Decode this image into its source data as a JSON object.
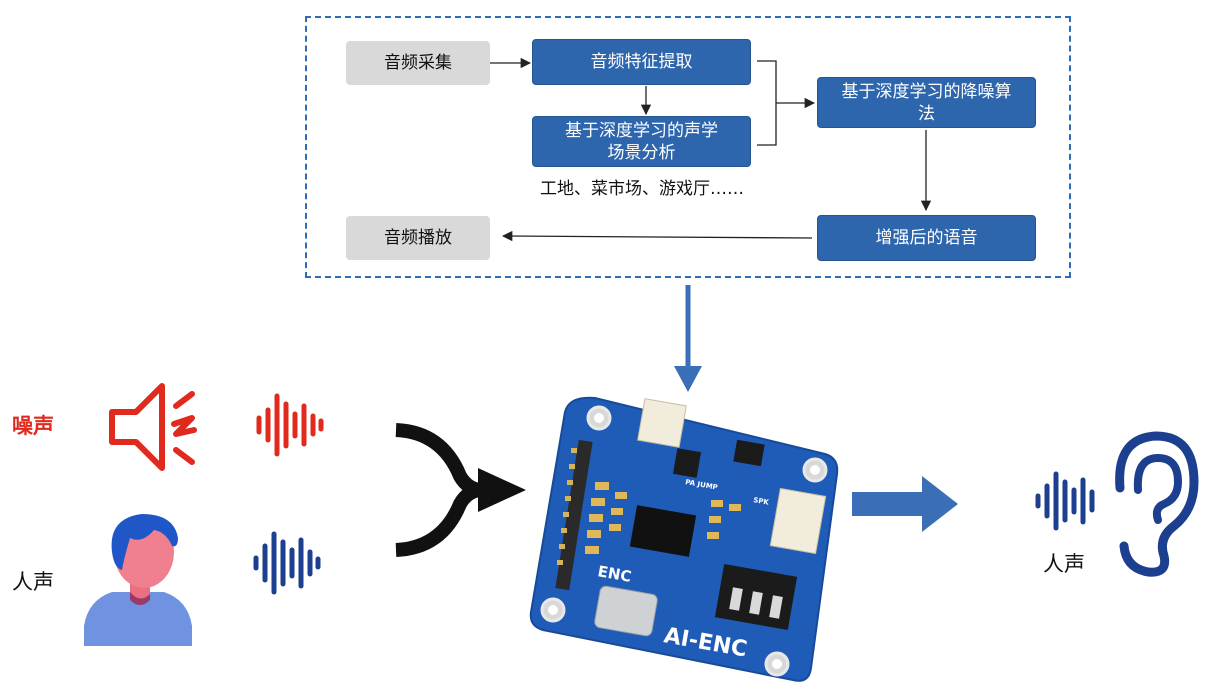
{
  "flow": {
    "audio_capture": "音频采集",
    "feature_extraction": "音频特征提取",
    "scene_analysis": "基于深度学习的声学场景分析",
    "denoise": "基于深度学习的降噪算法",
    "enhanced_speech": "增强后的语音",
    "audio_playback": "音频播放",
    "scene_examples": "工地、菜市场、游戏厅……"
  },
  "inputs": {
    "noise_label": "噪声",
    "voice_label": "人声"
  },
  "output": {
    "voice_label": "人声"
  },
  "board": {
    "name": "AI-ENC",
    "chip_label": "ENC",
    "silk_spk": "SPK",
    "silk_pa": "PA JUMP"
  },
  "colors": {
    "accent_blue": "#2e66ad",
    "noise_red": "#e02a1e",
    "voice_navy": "#1c3f8f",
    "pcb_blue": "#1f5cb8"
  }
}
